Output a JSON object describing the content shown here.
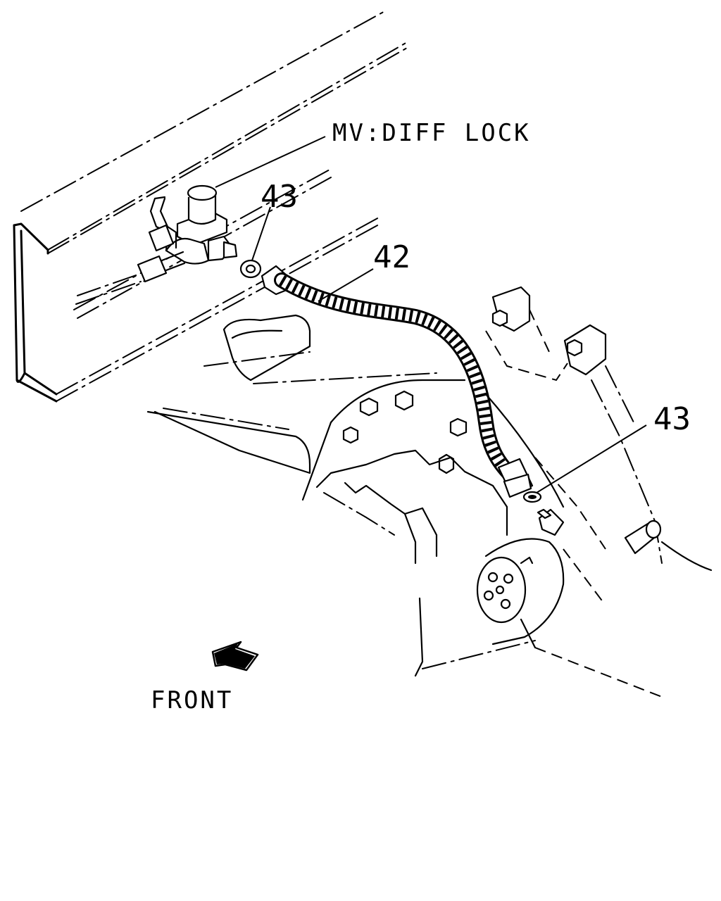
{
  "labels": {
    "mv_diff_lock": "MV:DIFF LOCK",
    "callout_43_upper": "43",
    "callout_42": "42",
    "callout_43_lower": "43",
    "front": "FRONT"
  },
  "colors": {
    "line": "#000000",
    "background": "#ffffff"
  }
}
